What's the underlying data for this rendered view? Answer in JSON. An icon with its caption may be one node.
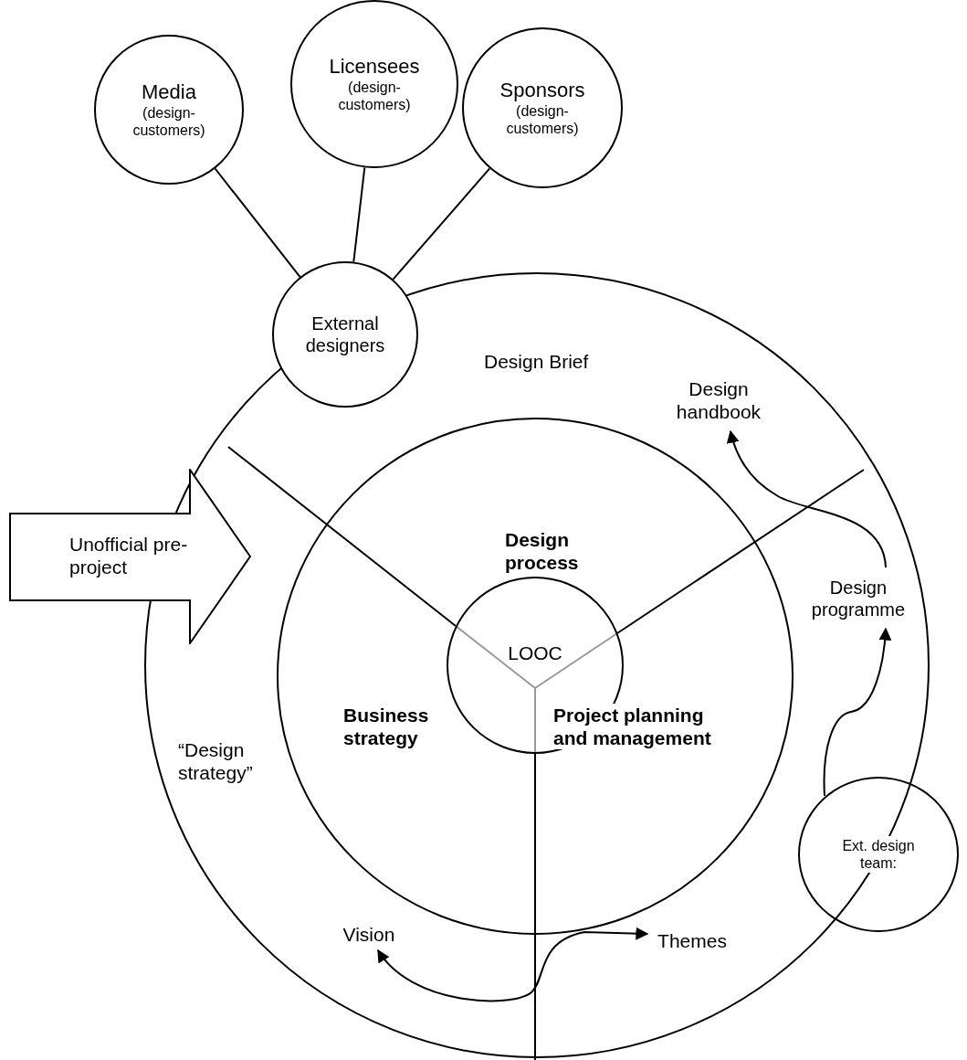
{
  "diagram": {
    "nodes": [
      {
        "text": [
          "Media",
          "(design-customers)"
        ]
      },
      {
        "text": [
          "Licensees",
          "(design-customers)"
        ]
      },
      {
        "text": [
          "Sponsors",
          "(design-customers)"
        ]
      },
      {
        "text": [
          "External designers"
        ]
      },
      {
        "text": [
          "Design Brief",
          "“Design strategy”"
        ]
      },
      {
        "text": [
          "Design handbook"
        ],
        "in": 4
      },
      {
        "text": [
          "Unofficial pre-project"
        ]
      },
      {
        "text": [
          "Design process",
          "Business strategy",
          "Project planning and management"
        ],
        "in": 4
      },
      {
        "text": [
          "LOOC"
        ],
        "in": 7
      },
      {
        "text": [
          "Design programme"
        ],
        "in": 4
      },
      {
        "text": [
          "Ext. design team:"
        ]
      },
      {
        "text": [
          "Vision"
        ],
        "in": 4
      },
      {
        "text": [
          "Themes"
        ],
        "in": 4
      }
    ],
    "edges": [
      {
        "from": 0,
        "to": 3,
        "arrow": "none"
      },
      {
        "from": 1,
        "to": 3,
        "arrow": "none"
      },
      {
        "from": 2,
        "to": 3,
        "arrow": "none"
      },
      {
        "from": 9,
        "to": 5,
        "arrow": "to"
      },
      {
        "from": 10,
        "to": 9,
        "arrow": "to"
      },
      {
        "from": 11,
        "to": 12,
        "arrow": "both"
      }
    ]
  }
}
